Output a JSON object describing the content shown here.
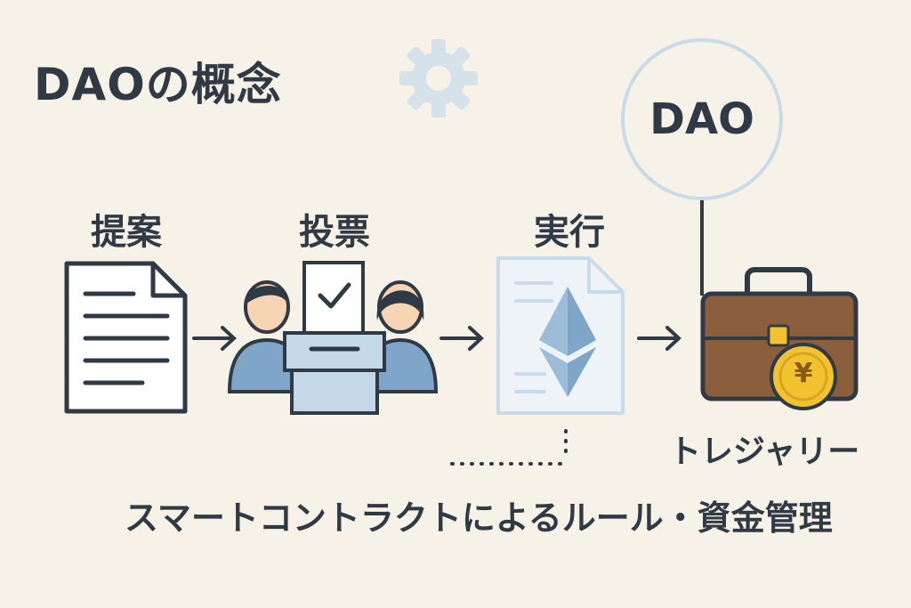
{
  "title": "DAOの概念",
  "steps": [
    {
      "label": "提案",
      "icon": "document-icon"
    },
    {
      "label": "投票",
      "icon": "ballot-box-voters-icon"
    },
    {
      "label": "実行",
      "icon": "smart-contract-ethereum-icon"
    }
  ],
  "dao_label": "DAO",
  "treasury_label": "トレジャリー",
  "bottom_caption": "スマートコントラクトによるルール・資金管理",
  "coin_symbol": "¥",
  "colors": {
    "background": "#f7f2e8",
    "text": "#2f3a45",
    "light_blue": "#c9dbe8",
    "person_blue": "#7fa6c8",
    "briefcase_brown": "#8b5e3c",
    "coin_gold": "#f2c230"
  }
}
